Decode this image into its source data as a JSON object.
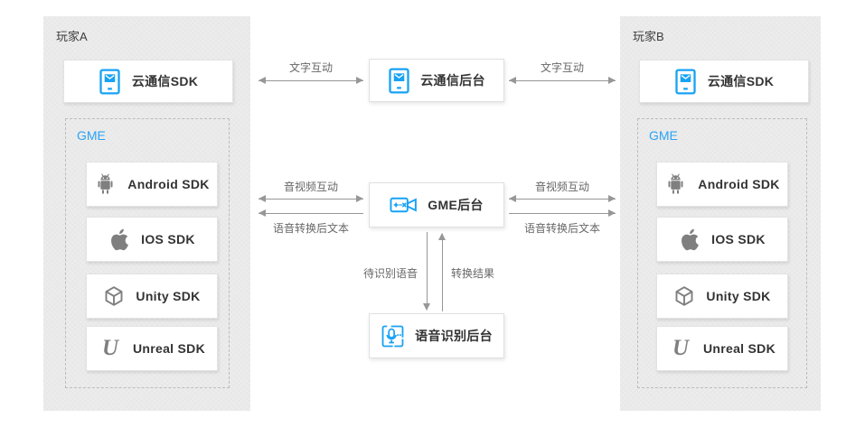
{
  "colors": {
    "accent_blue": "#17a2f5",
    "gme_label_blue": "#2aa3f5",
    "panel_bg": "#ececec",
    "icon_gray": "#7f7f7f",
    "arrow_gray": "#979797",
    "card_text": "#333333",
    "label_gray": "#676767"
  },
  "player_a": {
    "title": "玩家A",
    "comm_sdk_label": "云通信SDK",
    "gme_group_label": "GME",
    "sdks": [
      {
        "icon": "android-icon",
        "label": "Android SDK"
      },
      {
        "icon": "apple-icon",
        "label": "IOS SDK"
      },
      {
        "icon": "unity-icon",
        "label": "Unity SDK"
      },
      {
        "icon": "unreal-icon",
        "label": "Unreal SDK"
      }
    ]
  },
  "player_b": {
    "title": "玩家B",
    "comm_sdk_label": "云通信SDK",
    "gme_group_label": "GME",
    "sdks": [
      {
        "icon": "android-icon",
        "label": "Android SDK"
      },
      {
        "icon": "apple-icon",
        "label": "IOS SDK"
      },
      {
        "icon": "unity-icon",
        "label": "Unity SDK"
      },
      {
        "icon": "unreal-icon",
        "label": "Unreal SDK"
      }
    ]
  },
  "backends": {
    "comm_label": "云通信后台",
    "gme_label": "GME后台",
    "asr_label": "语音识别后台"
  },
  "arrows": {
    "text_interaction_left": "文字互动",
    "text_interaction_right": "文字互动",
    "av_interaction_left": "音视频互动",
    "av_interaction_right": "音视频互动",
    "speech_to_text_left": "语音转换后文本",
    "speech_to_text_right": "语音转换后文本",
    "speech_to_recognize": "待识别语音",
    "conversion_result": "转换结果"
  }
}
